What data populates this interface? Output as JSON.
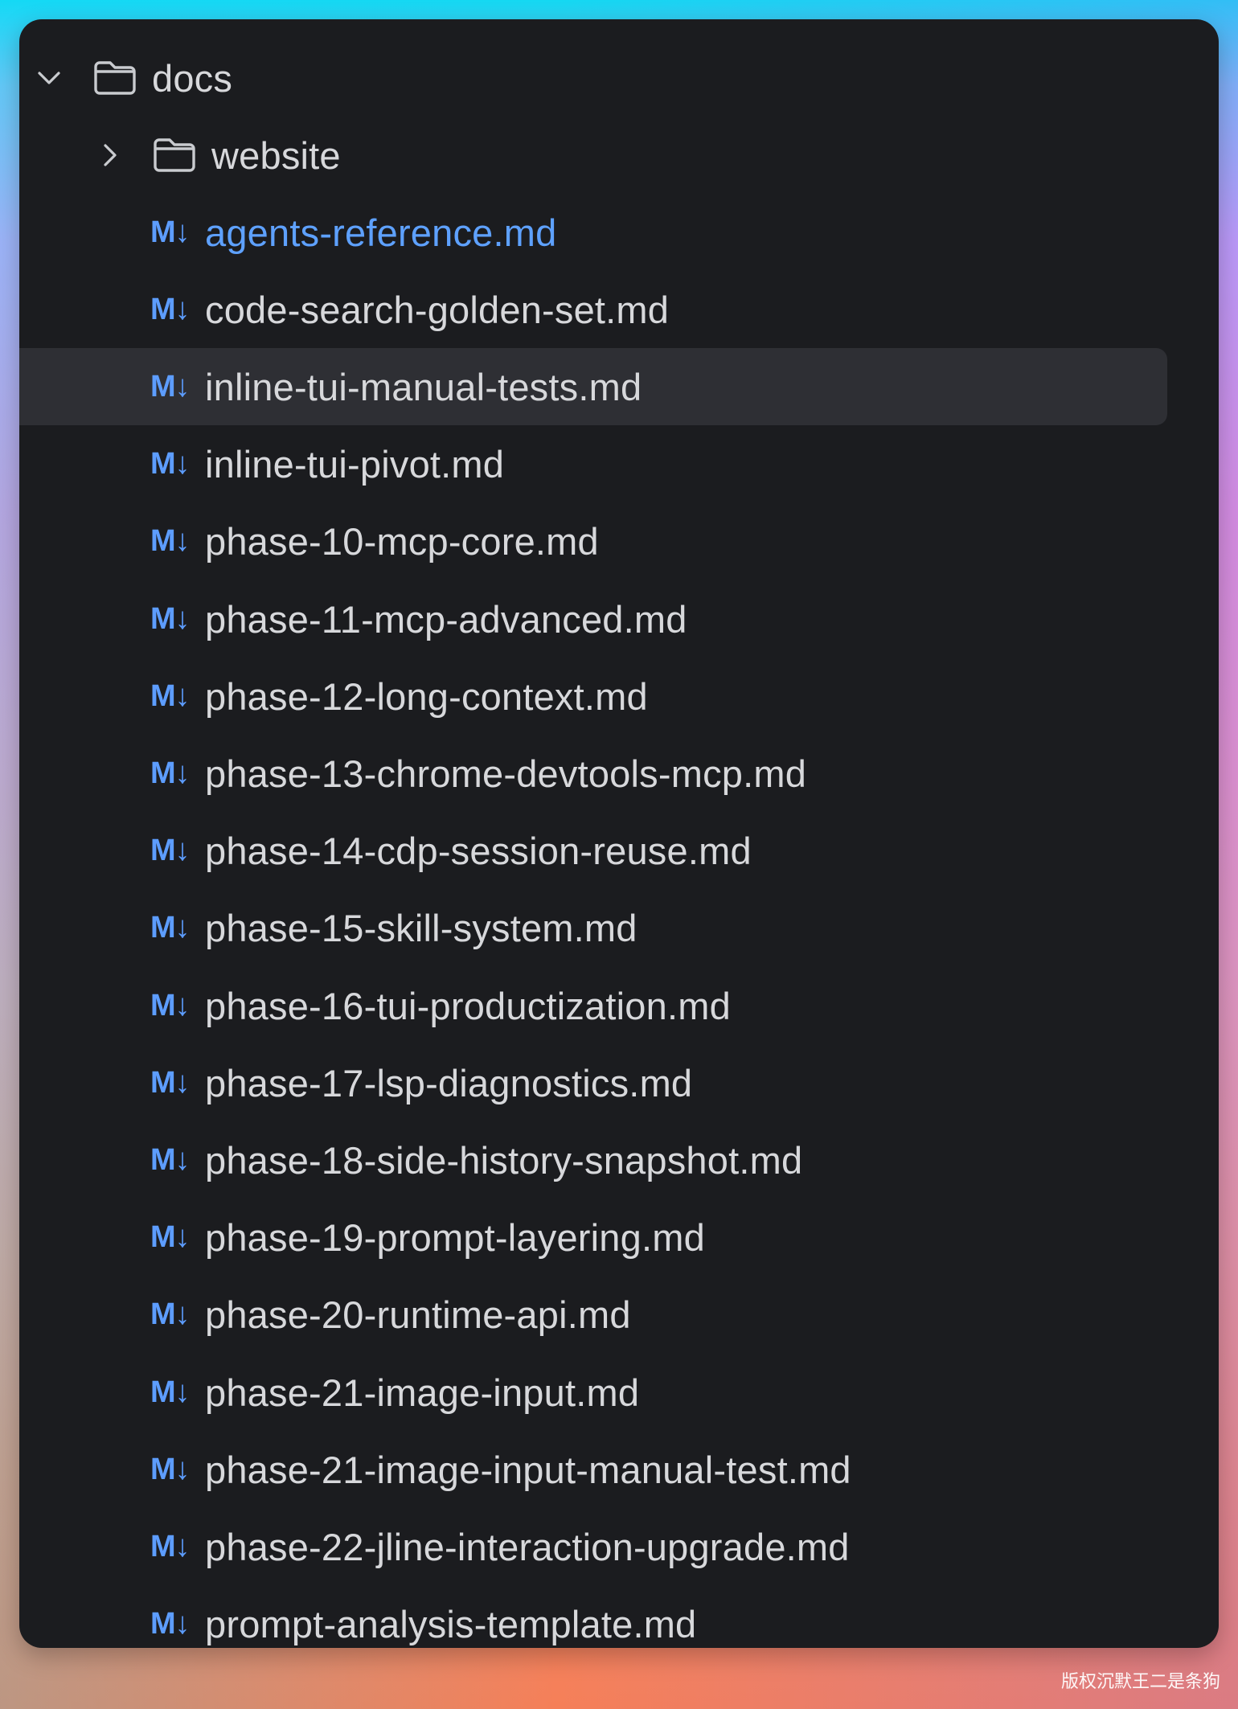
{
  "tree": {
    "root_folder": {
      "label": "docs",
      "icon": "folder-icon",
      "expanded": true,
      "chevron_icon": "chevron-down-icon"
    },
    "subfolder": {
      "label": "website",
      "icon": "folder-icon",
      "expanded": false,
      "chevron_icon": "chevron-right-icon"
    },
    "md_icon_text": "M↓",
    "files": [
      {
        "label": "agents-reference.md",
        "state": "active"
      },
      {
        "label": "code-search-golden-set.md",
        "state": ""
      },
      {
        "label": "inline-tui-manual-tests.md",
        "state": "selected"
      },
      {
        "label": "inline-tui-pivot.md",
        "state": ""
      },
      {
        "label": "phase-10-mcp-core.md",
        "state": ""
      },
      {
        "label": "phase-11-mcp-advanced.md",
        "state": ""
      },
      {
        "label": "phase-12-long-context.md",
        "state": ""
      },
      {
        "label": "phase-13-chrome-devtools-mcp.md",
        "state": ""
      },
      {
        "label": "phase-14-cdp-session-reuse.md",
        "state": ""
      },
      {
        "label": "phase-15-skill-system.md",
        "state": ""
      },
      {
        "label": "phase-16-tui-productization.md",
        "state": ""
      },
      {
        "label": "phase-17-lsp-diagnostics.md",
        "state": ""
      },
      {
        "label": "phase-18-side-history-snapshot.md",
        "state": ""
      },
      {
        "label": "phase-19-prompt-layering.md",
        "state": ""
      },
      {
        "label": "phase-20-runtime-api.md",
        "state": ""
      },
      {
        "label": "phase-21-image-input.md",
        "state": ""
      },
      {
        "label": "phase-21-image-input-manual-test.md",
        "state": ""
      },
      {
        "label": "phase-22-jline-interaction-upgrade.md",
        "state": ""
      },
      {
        "label": "prompt-analysis-template.md",
        "state": ""
      }
    ]
  },
  "colors": {
    "panel_bg": "#1b1c1f",
    "text": "#d7d8db",
    "accent_blue": "#5ea1ff",
    "selection_bg": "#2e2f34"
  },
  "watermark": "版权沉默王二是条狗"
}
